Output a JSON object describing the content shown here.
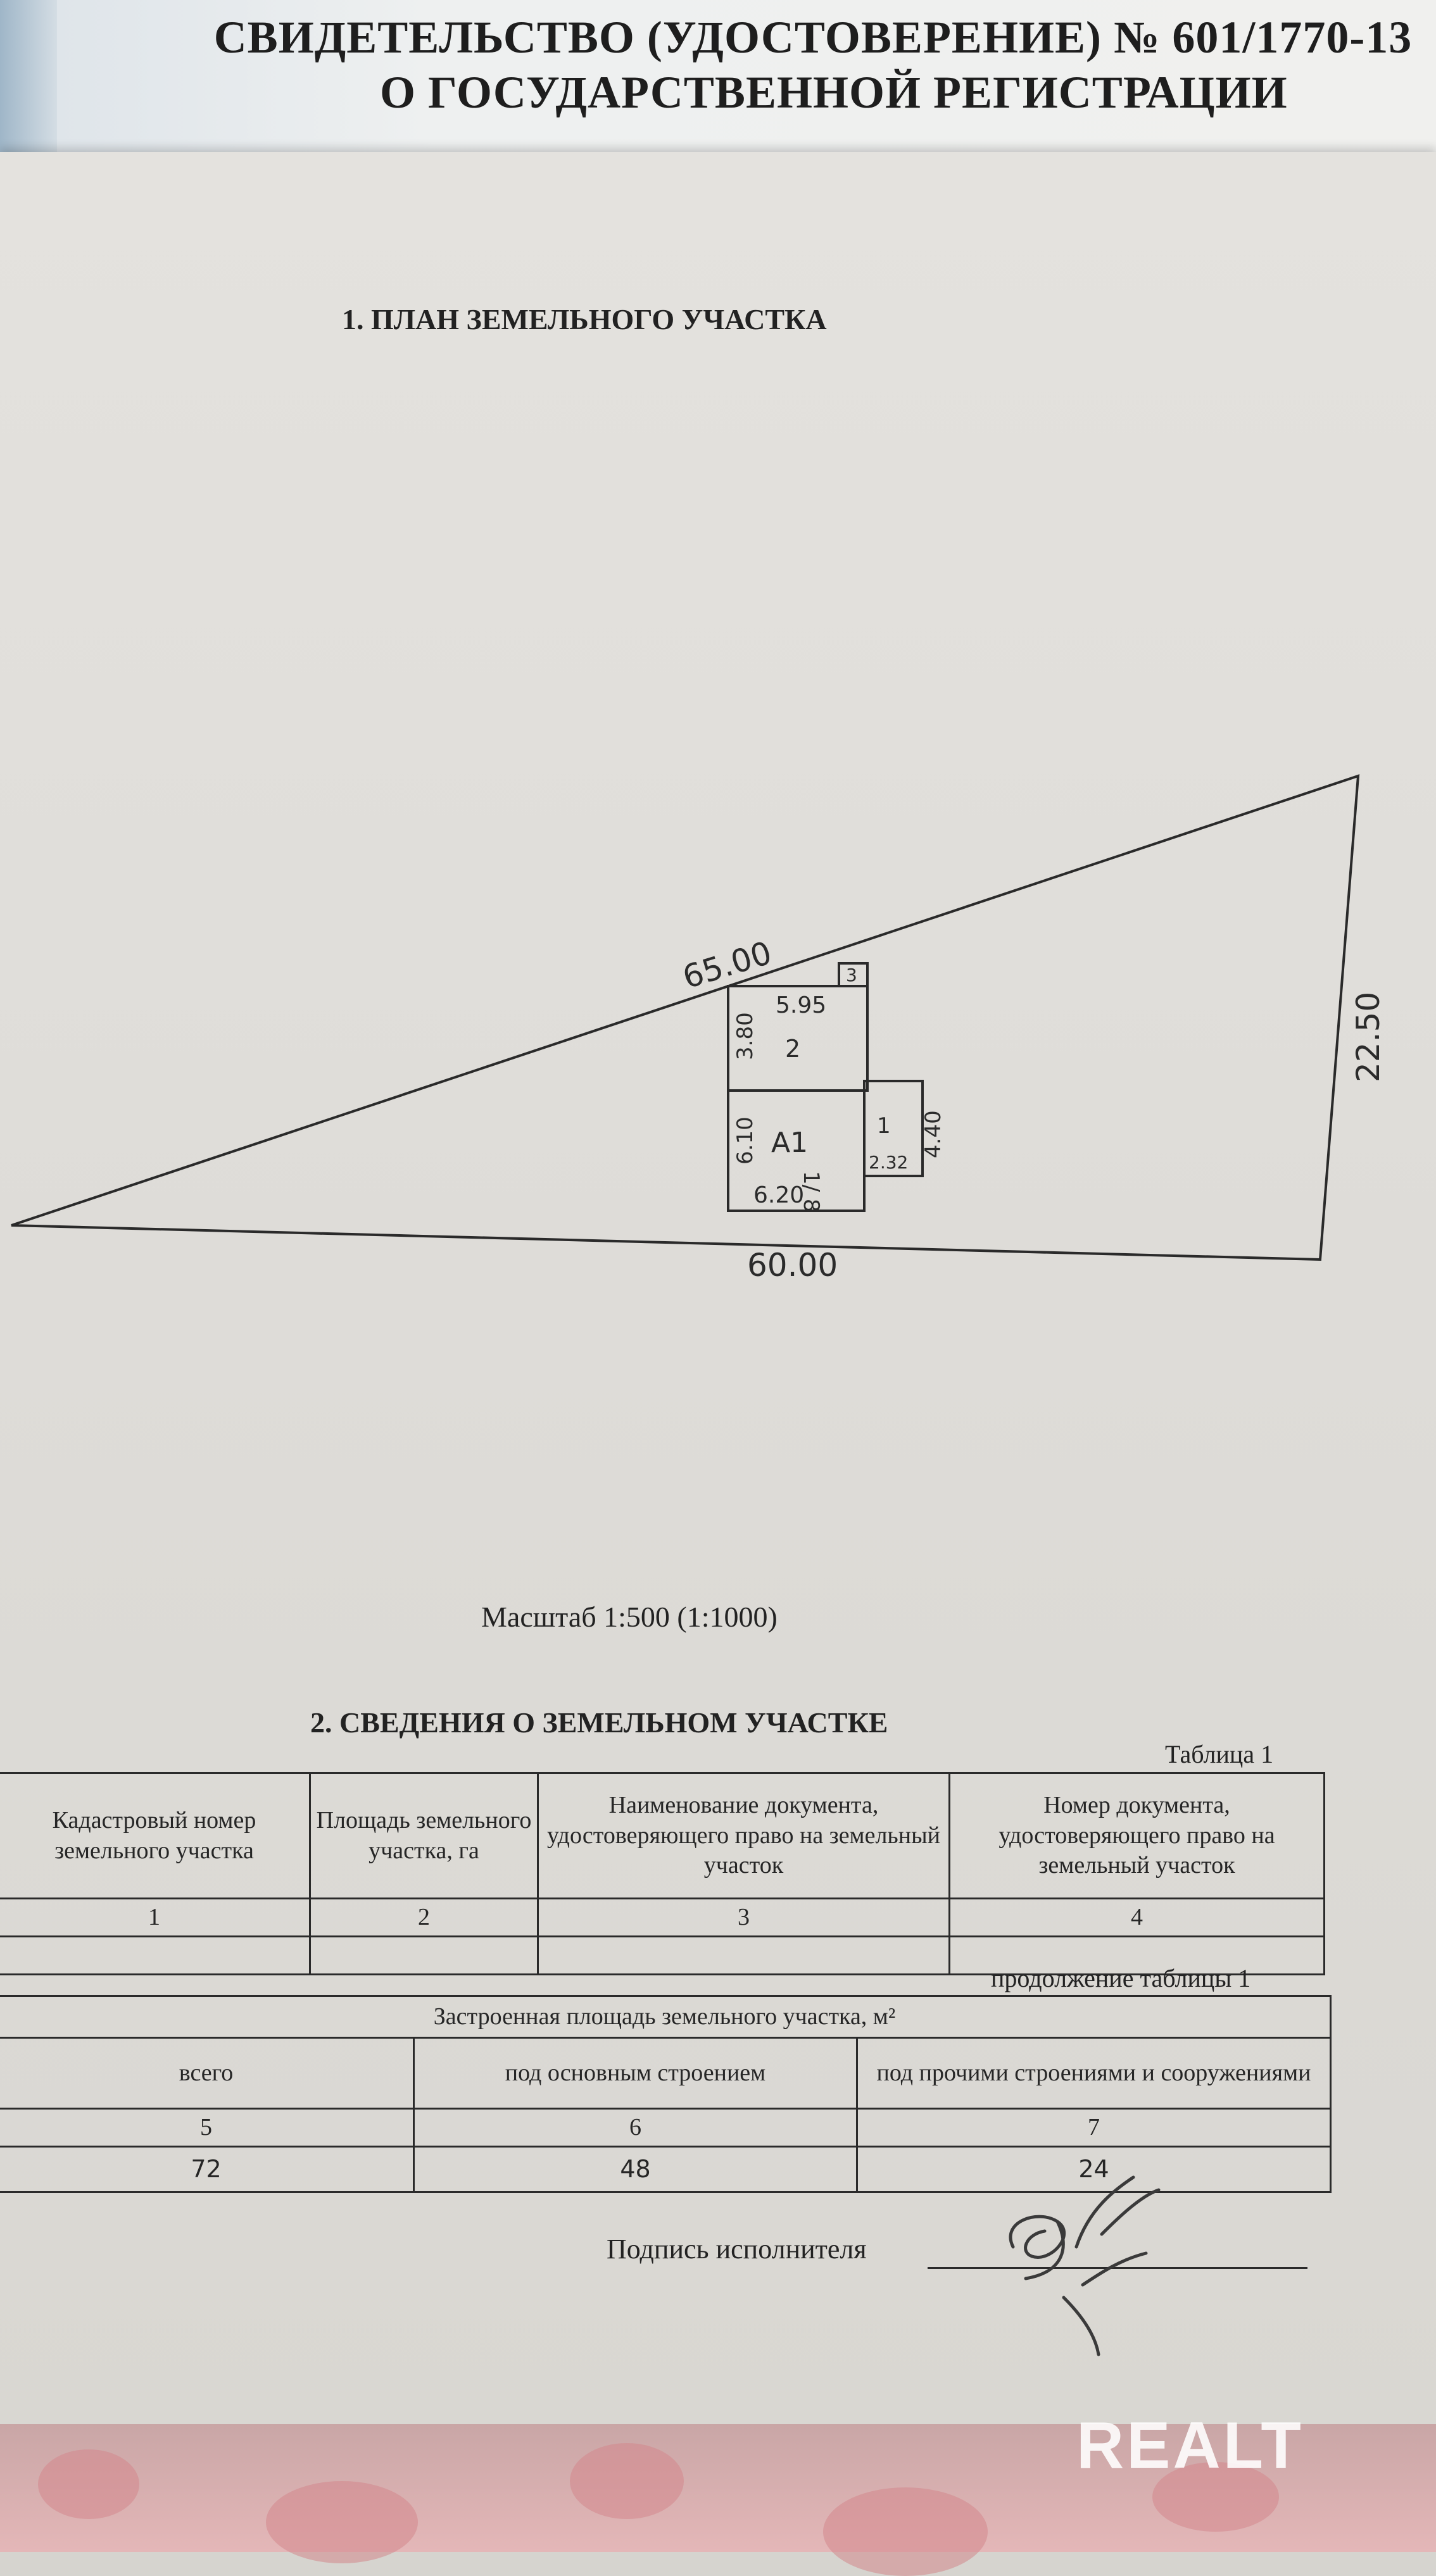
{
  "header": {
    "line1": "СВИДЕТЕЛЬСТВО (УДОСТОВЕРЕНИЕ) № 601/1770-13",
    "line2": "О ГОСУДАРСТВЕННОЙ РЕГИСТРАЦИИ"
  },
  "section1": {
    "title": "1. ПЛАН ЗЕМЕЛЬНОГО УЧАСТКА",
    "scale": "Масштаб 1:500 (1:1000)"
  },
  "plan": {
    "side_hyp": "65.00",
    "side_bottom": "60.00",
    "side_right": "22.50",
    "b2_width": "5.95",
    "b2_height": "3.80",
    "b2_num": "2",
    "b3_num": "3",
    "b_main_height": "6.10",
    "b_main_width": "6.20",
    "b_main_letter": "А1",
    "b_main_fraction": "1/ 8",
    "b1_num": "1",
    "b1_height": "4.40",
    "b1_width": "2.32"
  },
  "section2": {
    "title": "2. СВЕДЕНИЯ О ЗЕМЕЛЬНОМ УЧАСТКЕ",
    "table1_label": "Таблица 1",
    "table1_headers": [
      "Кадастровый номер земельного участка",
      "Площадь земельного участка, га",
      "Наименование документа, удостоверяющего право на земельный участок",
      "Номер документа, удостоверяющего право на земельный участок"
    ],
    "table1_nums": [
      "1",
      "2",
      "3",
      "4"
    ],
    "table1_values": [
      "",
      "",
      "",
      ""
    ],
    "continuation_label": "продолжение таблицы 1",
    "table2_title": "Застроенная площадь земельного участка, м²",
    "table2_headers": [
      "всего",
      "под основным строением",
      "под прочими строениями и сооружениями"
    ],
    "table2_nums": [
      "5",
      "6",
      "7"
    ],
    "table2_values": [
      "72",
      "48",
      "24"
    ],
    "signature_label": "Подпись исполнителя"
  },
  "watermark": "REALT"
}
